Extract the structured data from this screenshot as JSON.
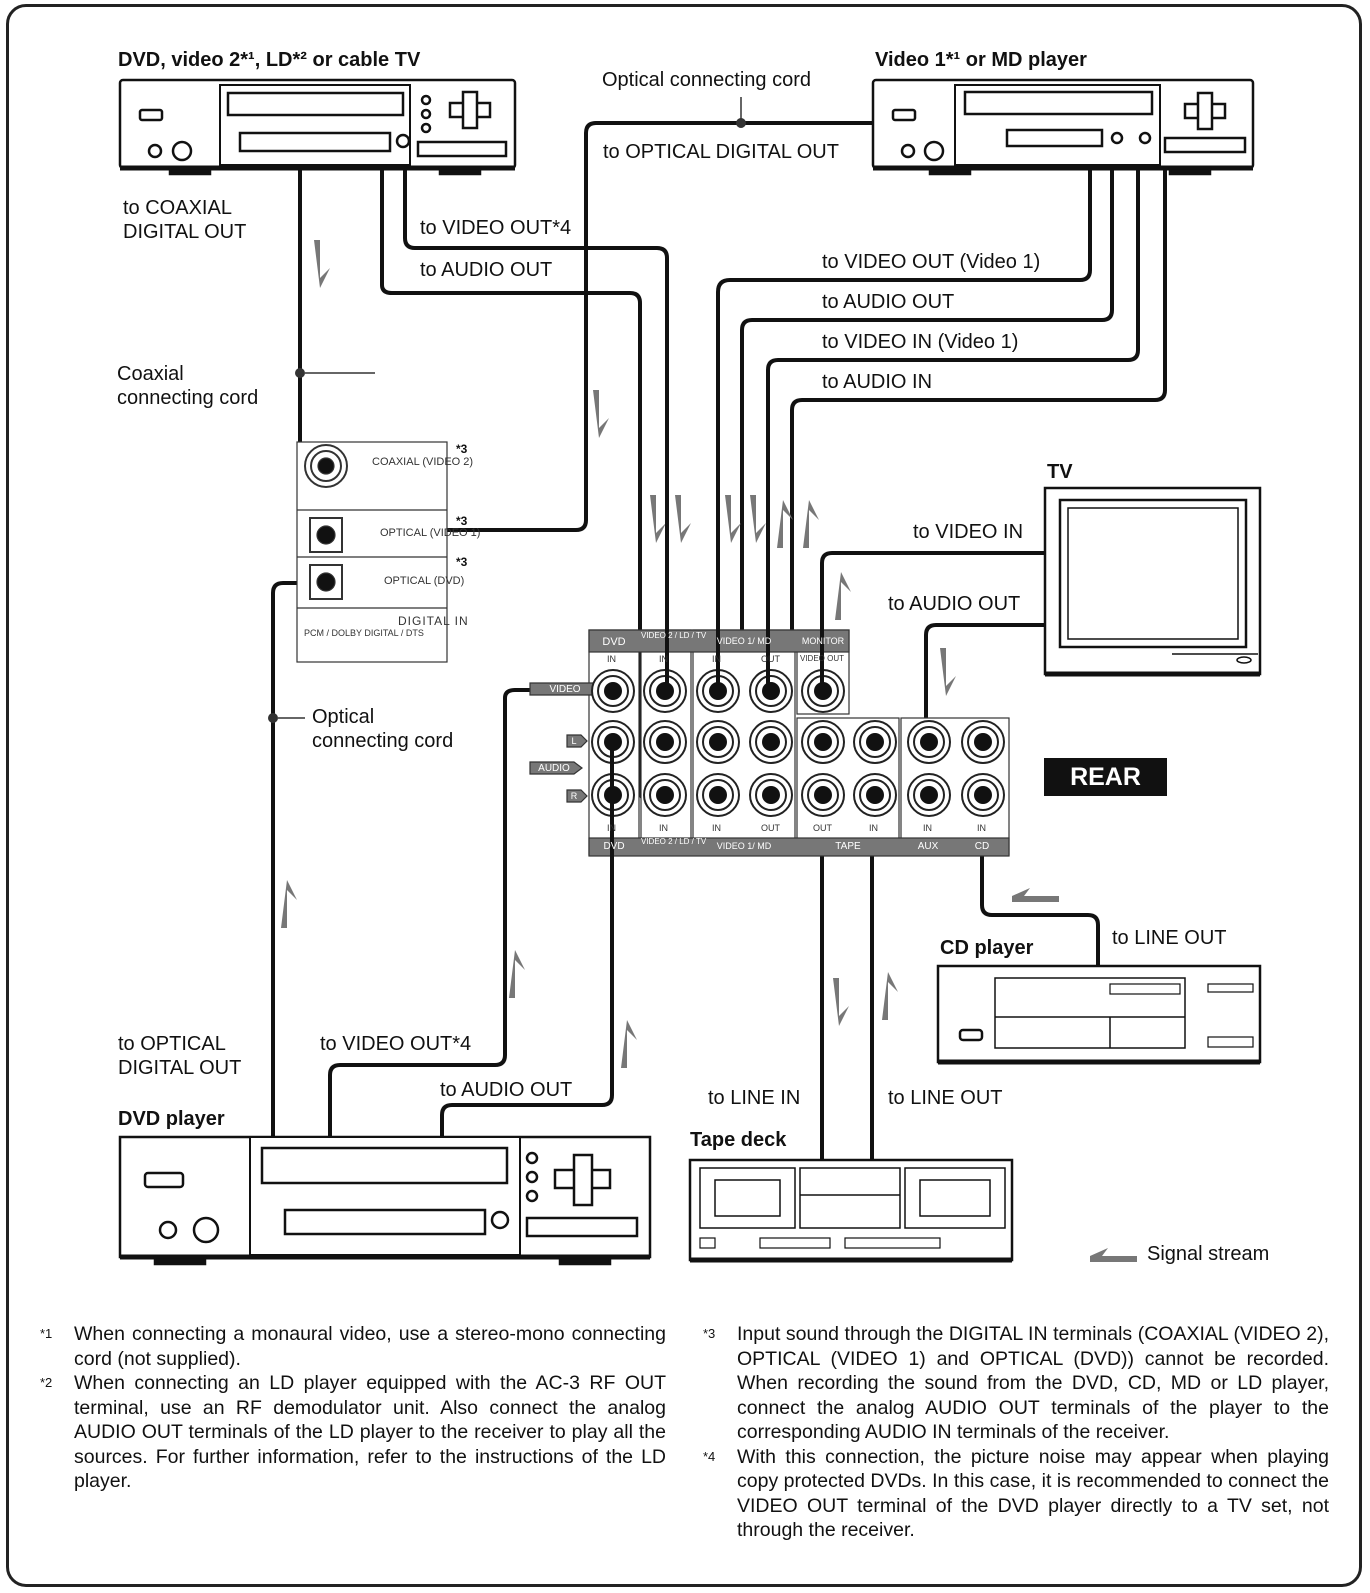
{
  "devices": {
    "top_left": "DVD, video 2*¹, LD*² or cable TV",
    "top_right": "Video 1*¹ or MD player",
    "tv": "TV",
    "cd_player": "CD player",
    "dvd_player": "DVD player",
    "tape_deck": "Tape deck"
  },
  "labels": {
    "optical_cord_top": "Optical connecting cord",
    "to_optical_digital_out_top": "to OPTICAL DIGITAL OUT",
    "to_coaxial_digital_out": "to COAXIAL\nDIGITAL OUT",
    "to_video_out_4": "to VIDEO OUT*4",
    "to_audio_out_left": "to AUDIO OUT",
    "to_video_out_video1": "to VIDEO OUT (Video 1)",
    "to_audio_out_right": "to AUDIO OUT",
    "to_video_in_video1": "to VIDEO IN (Video 1)",
    "to_audio_in": "to AUDIO IN",
    "coaxial_cord": "Coaxial\nconnecting cord",
    "to_video_in_tv": "to VIDEO IN",
    "to_audio_out_tv": "to AUDIO OUT",
    "optical_cord_left": "Optical\nconnecting cord",
    "rear": "REAR",
    "to_line_out_cd": "to LINE OUT",
    "to_optical_digital_out_bottom": "to OPTICAL\nDIGITAL OUT",
    "to_video_out_4_bottom": "to VIDEO OUT*4",
    "to_audio_out_bottom": "to AUDIO OUT",
    "to_line_in": "to LINE IN",
    "to_line_out_tape": "to LINE OUT",
    "signal_stream": "Signal stream"
  },
  "digital_in_panel": {
    "coaxial": "COAXIAL\n(VIDEO 2)",
    "optical_video1": "OPTICAL\n(VIDEO 1)",
    "optical_dvd": "OPTICAL\n(DVD)",
    "title": "DIGITAL IN",
    "sub": "PCM\n/ DOLBY DIGITAL\n/ DTS",
    "star3": "*3"
  },
  "rear_panel": {
    "top_headers": [
      "DVD",
      "VIDEO 2\n/ LD / TV",
      "VIDEO 1/ MD",
      "MONITOR"
    ],
    "top_sub": [
      "IN",
      "IN",
      "IN",
      "OUT",
      "VIDEO OUT"
    ],
    "bottom_headers": [
      "DVD",
      "VIDEO 2\n/ LD / TV",
      "VIDEO 1/ MD",
      "TAPE",
      "AUX",
      "CD"
    ],
    "bottom_sub": [
      "IN",
      "IN",
      "IN",
      "OUT",
      "OUT",
      "IN",
      "IN",
      "IN"
    ],
    "video": "VIDEO",
    "audio": "AUDIO",
    "l": "L",
    "r": "R"
  },
  "notes": {
    "n1_mark": "*1",
    "n1": "When connecting a monaural video, use a stereo-mono connecting cord (not supplied).",
    "n2_mark": "*2",
    "n2": "When connecting an LD player equipped with the AC-3 RF OUT terminal, use an RF demodulator unit. Also connect the analog AUDIO OUT terminals of the LD player to the receiver to play all the sources. For further information, refer to the instructions of the LD player.",
    "n3_mark": "*3",
    "n3": "Input sound through the DIGITAL IN terminals (COAXIAL (VIDEO 2), OPTICAL (VIDEO 1) and OPTICAL (DVD)) cannot be recorded. When recording the sound from the DVD, CD, MD or LD player, connect the analog AUDIO OUT terminals of the player to the corresponding AUDIO IN terminals of the receiver.",
    "n4_mark": "*4",
    "n4": "With this connection, the picture noise may appear when playing copy protected DVDs. In this case, it is recommended to connect the VIDEO OUT terminal of the DVD player directly to a TV set, not through the receiver."
  }
}
